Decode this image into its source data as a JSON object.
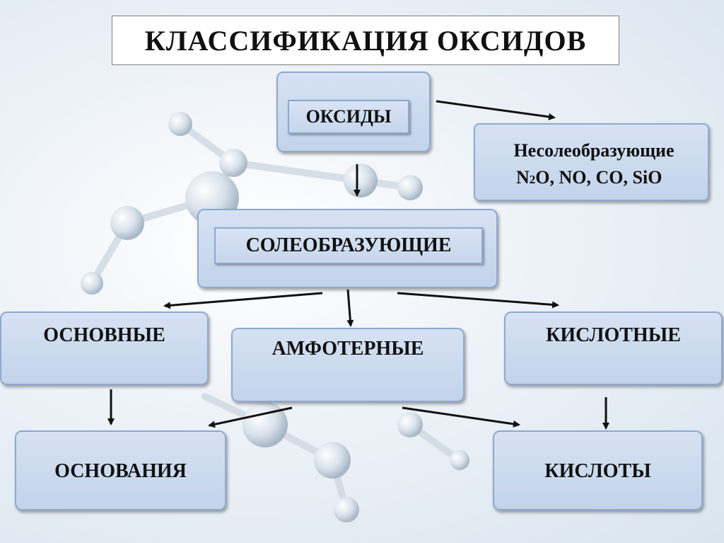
{
  "title": "КЛАССИФИКАЦИЯ ОКСИДОВ",
  "nodes": {
    "oxides": "ОКСИДЫ",
    "non_salt_forming": {
      "label": "Несолеобразующие",
      "formula_n": "N",
      "formula_sub": "2",
      "formula_rest": "O, NO, CO, SiO"
    },
    "salt_forming": "СОЛЕОБРАЗУЮЩИЕ",
    "basic": "ОСНОВНЫЕ",
    "amphoteric": "АМФОТЕРНЫЕ",
    "acidic": "КИСЛОТНЫЕ",
    "bases": "ОСНОВАНИЯ",
    "acids": "КИСЛОТЫ"
  },
  "colors": {
    "box_fill": "#c9d8ee",
    "box_border": "#8ea9cf",
    "arrow": "#111111",
    "background": "#e6edf4"
  }
}
